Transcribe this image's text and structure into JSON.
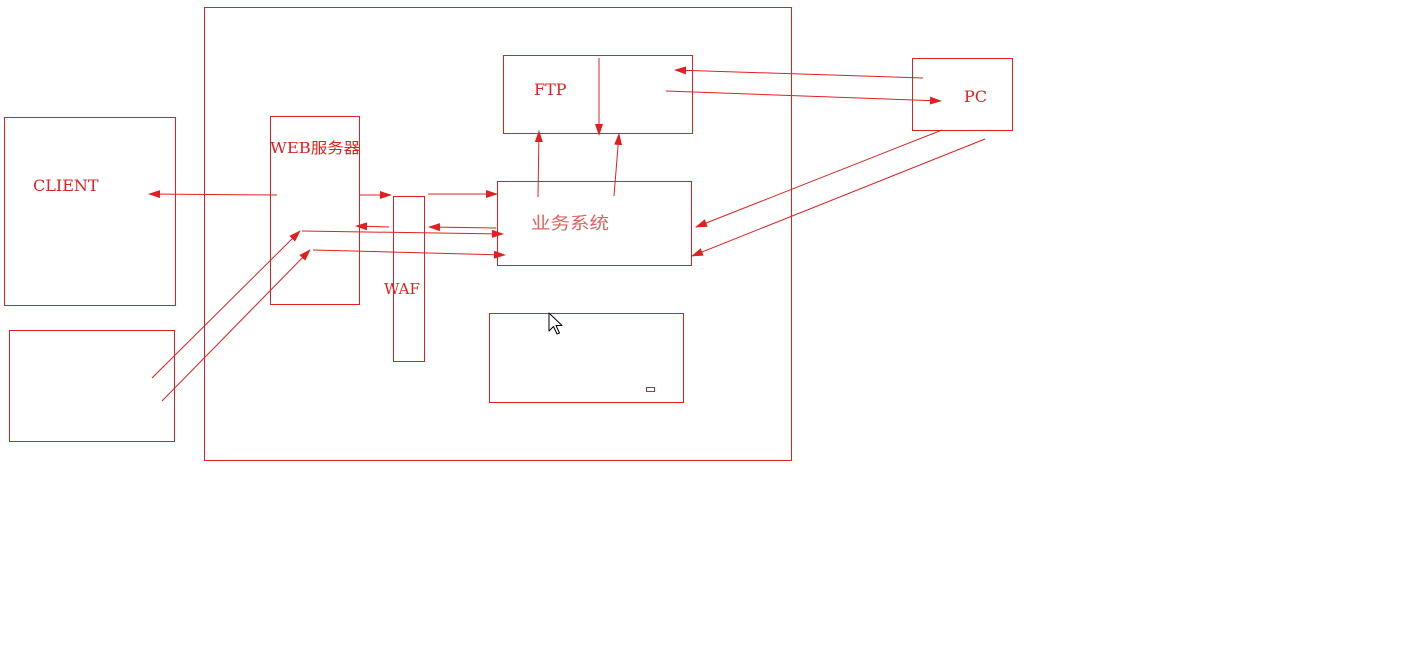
{
  "diagram": {
    "nodes": {
      "client": {
        "label": "CLIENT"
      },
      "client_extra": {
        "label": ""
      },
      "web_server": {
        "label": "WEB服务器"
      },
      "waf": {
        "label": "WAF"
      },
      "ftp": {
        "label": "FTP"
      },
      "business_system": {
        "label": "业务系统"
      },
      "blank_box": {
        "label": ""
      },
      "pc": {
        "label": "PC"
      }
    },
    "colors": {
      "stroke": "#e02020",
      "label": "#e02020",
      "label_cn": "#e06060",
      "background": "#ffffff"
    },
    "cursor": {
      "icon": "mouse-pointer-icon"
    }
  }
}
